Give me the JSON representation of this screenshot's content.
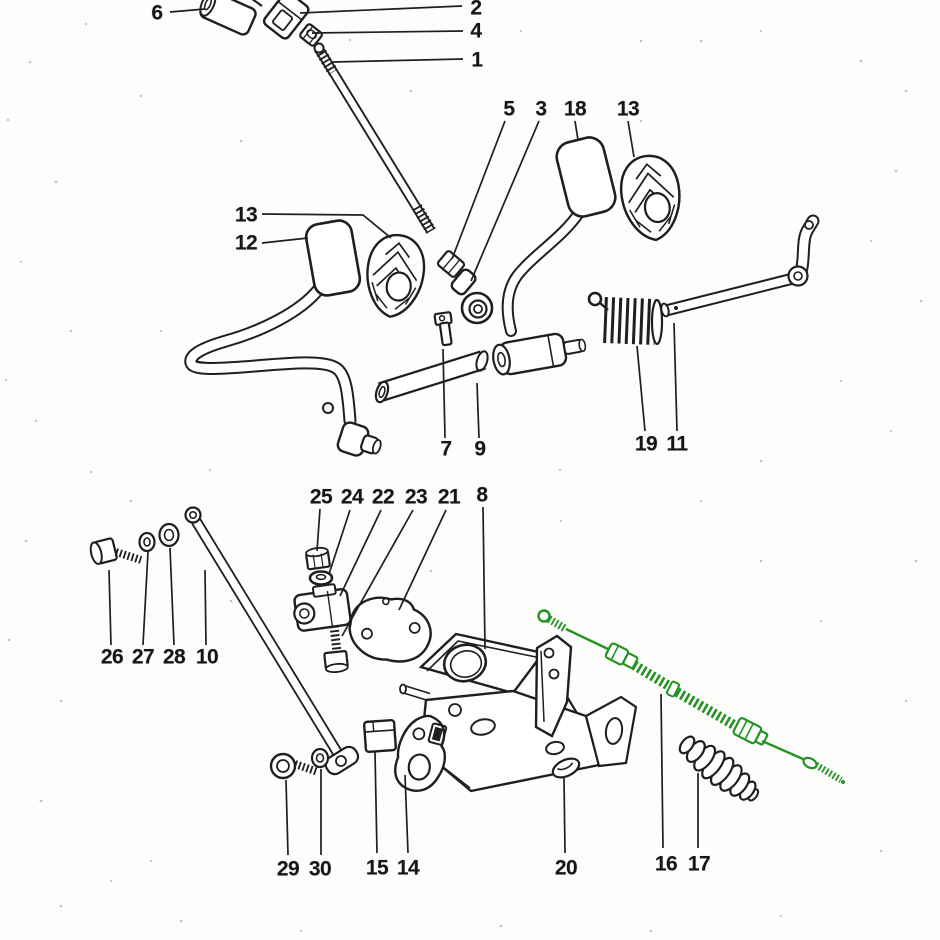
{
  "figure": {
    "kind": "exploded-parts-diagram",
    "background_color": "#fdfdfb",
    "ink_color": "#1f1f1f",
    "highlight_color": "#229422",
    "highlighted_callout": "16"
  },
  "callouts": [
    {
      "id": "6",
      "label": "6"
    },
    {
      "id": "2",
      "label": "2"
    },
    {
      "id": "4",
      "label": "4"
    },
    {
      "id": "1",
      "label": "1"
    },
    {
      "id": "5",
      "label": "5"
    },
    {
      "id": "3",
      "label": "3"
    },
    {
      "id": "18",
      "label": "18"
    },
    {
      "id": "13-right",
      "label": "13"
    },
    {
      "id": "13-left",
      "label": "13"
    },
    {
      "id": "12",
      "label": "12"
    },
    {
      "id": "7",
      "label": "7"
    },
    {
      "id": "9",
      "label": "9"
    },
    {
      "id": "19",
      "label": "19"
    },
    {
      "id": "11",
      "label": "11"
    },
    {
      "id": "25",
      "label": "25"
    },
    {
      "id": "24",
      "label": "24"
    },
    {
      "id": "22",
      "label": "22"
    },
    {
      "id": "23",
      "label": "23"
    },
    {
      "id": "21",
      "label": "21"
    },
    {
      "id": "8",
      "label": "8"
    },
    {
      "id": "26",
      "label": "26"
    },
    {
      "id": "27",
      "label": "27"
    },
    {
      "id": "28",
      "label": "28"
    },
    {
      "id": "10",
      "label": "10"
    },
    {
      "id": "29",
      "label": "29"
    },
    {
      "id": "30",
      "label": "30"
    },
    {
      "id": "15",
      "label": "15"
    },
    {
      "id": "14",
      "label": "14"
    },
    {
      "id": "20",
      "label": "20"
    },
    {
      "id": "16",
      "label": "16"
    },
    {
      "id": "17",
      "label": "17"
    }
  ]
}
